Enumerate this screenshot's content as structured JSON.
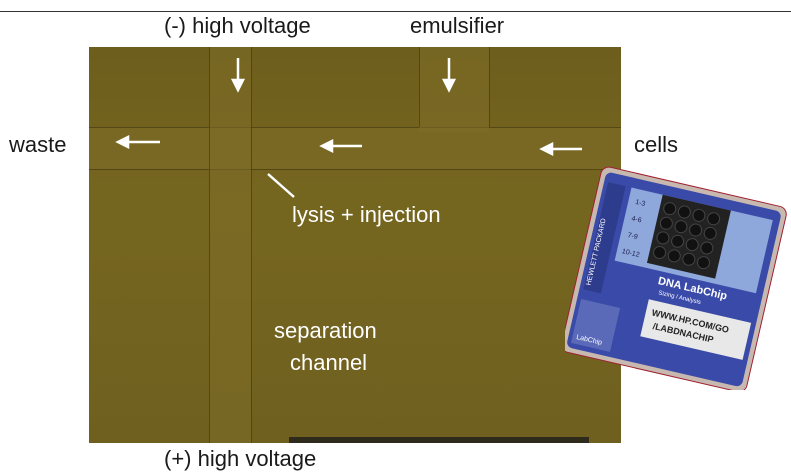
{
  "labels": {
    "high_voltage_neg": "(-) high voltage",
    "emulsifier": "emulsifier",
    "waste": "waste",
    "cells": "cells",
    "lysis_injection": "lysis + injection",
    "separation": "separation",
    "channel": "channel",
    "high_voltage_pos": "(+) high voltage"
  },
  "chip": {
    "brand": "HEWLETT PACKARD",
    "product": "DNA LabChip",
    "subtitle": "Sizing / Analysis",
    "url_line1": "WWW.HP.COM/GO",
    "url_line2": "/LABDNACHIP",
    "logo_text": "LabChip",
    "well_labels": [
      "1-3",
      "4-6",
      "7-9",
      "10-12"
    ]
  },
  "colors": {
    "photo_bg": "#6e5e1e",
    "arrow": "#ffffff",
    "chip_body": "#3a4aa8"
  }
}
